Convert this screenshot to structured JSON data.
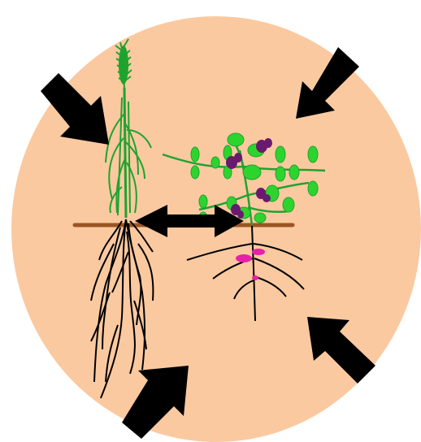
{
  "diagram": {
    "background_circle_color": "#FBC9A0",
    "arrow_color": "#000000",
    "soil_line_color": "#9B5523",
    "root_color": "#000000",
    "grass_color": "#1FA32F",
    "legume_leaf_color": "#2ED42E",
    "flower_color": "#6A1A6E",
    "nodule_color": "#E81FA8",
    "icons": [
      "arrow-pressure-top-left",
      "arrow-pressure-top-right",
      "arrow-pressure-bottom-left",
      "arrow-pressure-bottom-right",
      "arrow-interaction-double"
    ]
  }
}
